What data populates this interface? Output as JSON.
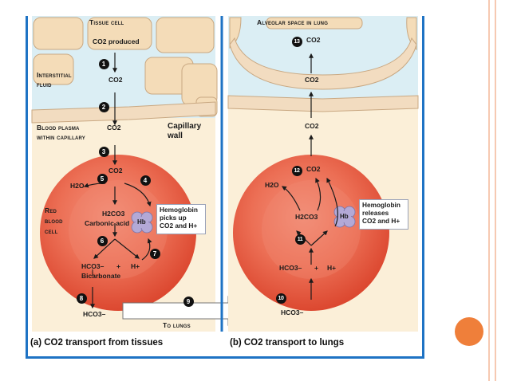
{
  "left_panel": {
    "tissue_cell": "Tissue cell",
    "co2_produced": "CO2 produced",
    "interstitial": "Interstitial",
    "fluid": "fluid",
    "co2_interstitial": "CO2",
    "blood_plasma": "Blood plasma",
    "co2_plasma": "CO2",
    "within_capillary": "within capillary",
    "capillary": "Capillary",
    "wall": "wall",
    "co2_cell": "CO2",
    "h2o": "H2O",
    "red": "Red",
    "blood": "blood",
    "cell": "cell",
    "h2co3": "H2CO3",
    "carbonic_acid": "Carbonic acid",
    "hb": "Hb",
    "hemoglobin_lines": [
      "Hemoglobin",
      "picks up",
      "CO2 and H+"
    ],
    "hco3": "HCO3–",
    "plus": "+",
    "h_plus": "H+",
    "bicarbonate": "Bicarbonate",
    "hco3_plasma": "HCO3–",
    "to_lungs": "To lungs",
    "caption": "(a) CO2 transport from tissues"
  },
  "right_panel": {
    "alveolar_space": "Alveolar space in lung",
    "co2_alveolus": "CO2",
    "co2_wall": "CO2",
    "co2_plasma": "CO2",
    "co2_cell": "CO2",
    "h2o": "H2O",
    "h2co3": "H2CO3",
    "hb": "Hb",
    "hemoglobin_lines": [
      "Hemoglobin",
      "releases",
      "CO2 and H+"
    ],
    "hco3": "HCO3–",
    "plus": "+",
    "h_plus": "H+",
    "hco3_plasma": "HCO3–",
    "caption": "(b) CO2 transport to lungs"
  },
  "steps": [
    "1",
    "2",
    "3",
    "4",
    "5",
    "6",
    "7",
    "8",
    "9",
    "10",
    "11",
    "12",
    "13"
  ],
  "colors": {
    "border_blue": "#1e73c4",
    "tissue_cell": "#f4dcb8",
    "interstitial_fluid": "#dbeef4",
    "plasma": "#fbefd8",
    "red_blood_cell": "#e8553a",
    "hemoglobin": "#b3a9d6",
    "accent_orange": "#ef7f3a"
  }
}
